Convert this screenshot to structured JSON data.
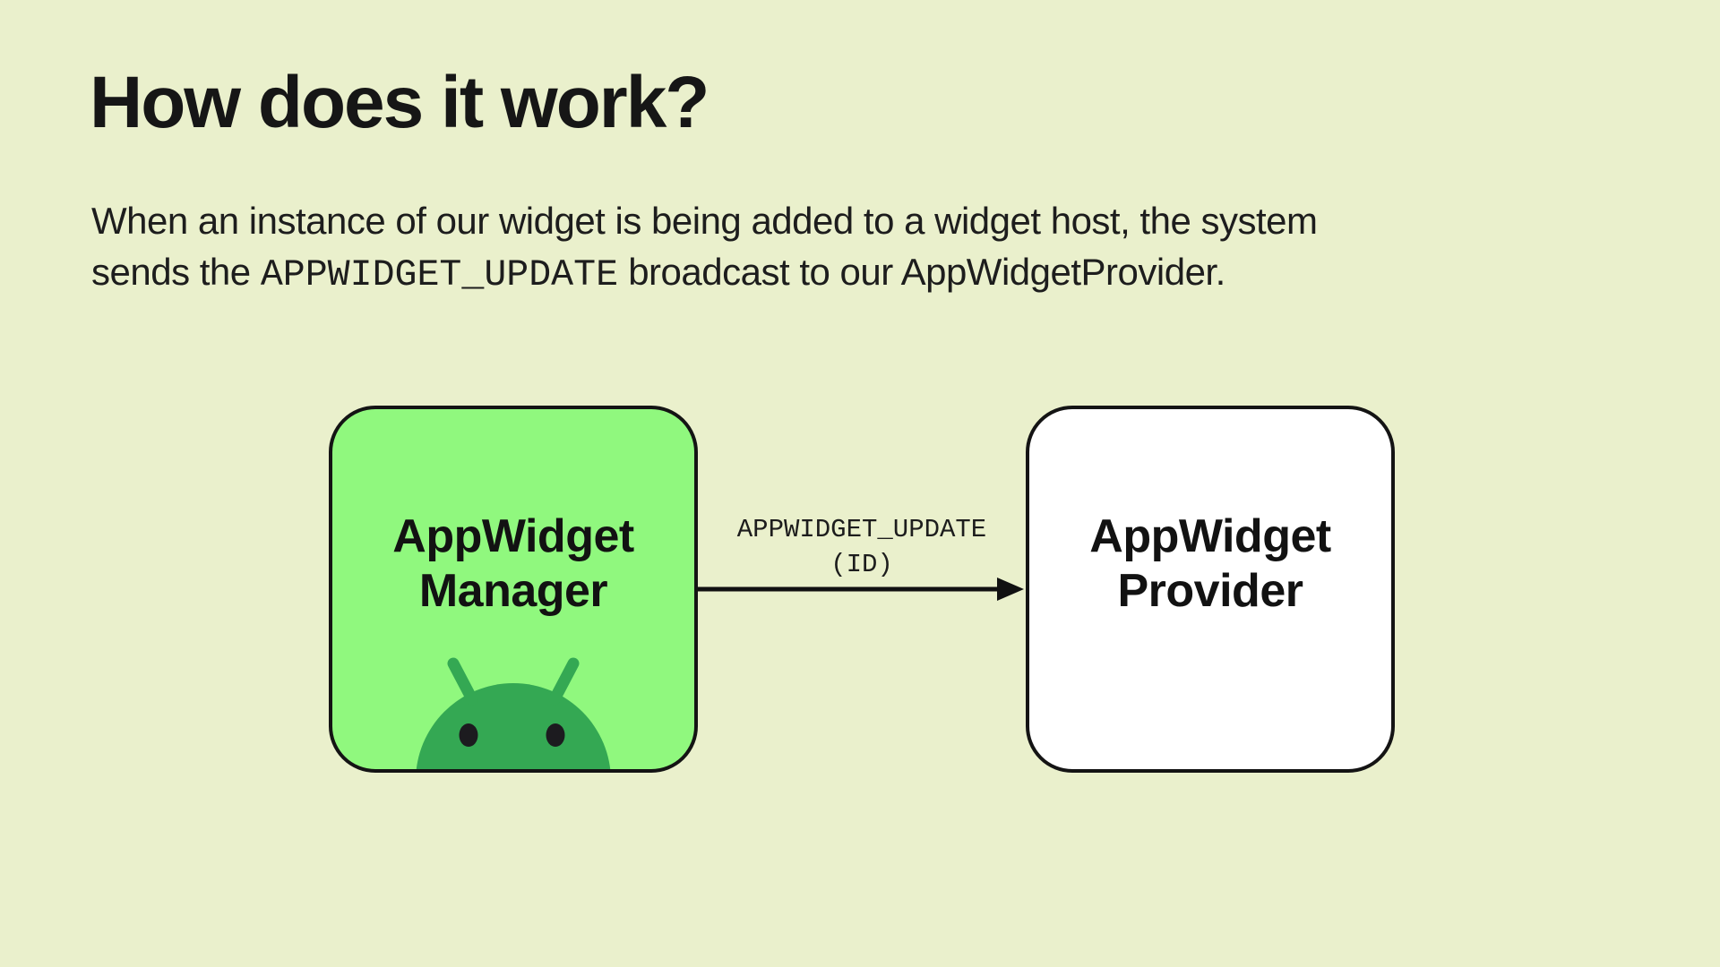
{
  "slide": {
    "title": "How does it work?",
    "body": {
      "line1": "When an instance of our widget is being added to a widget host, the system",
      "line2_before_code": "sends the ",
      "code": "APPWIDGET_UPDATE",
      "line2_after_code": " broadcast to our AppWidgetProvider."
    }
  },
  "diagram": {
    "manager_box": {
      "label_line1": "AppWidget",
      "label_line2": "Manager"
    },
    "provider_box": {
      "label_line1": "AppWidget",
      "label_line2": "Provider"
    },
    "arrow": {
      "label_line1": "APPWIDGET_UPDATE",
      "label_line2": "(ID)"
    },
    "icons": {
      "android_head": "android-robot-peeking-icon"
    }
  },
  "colors": {
    "background": "#EAF0CC",
    "manager_box_fill": "#90F87E",
    "provider_box_fill": "#FFFFFF",
    "outline": "#141414",
    "title_text": "#161616",
    "body_text": "#1D1D1D",
    "box_label_text": "#121212",
    "android_head": "#34A853",
    "android_eyes": "#1C1B1F",
    "arrow": "#111111"
  }
}
